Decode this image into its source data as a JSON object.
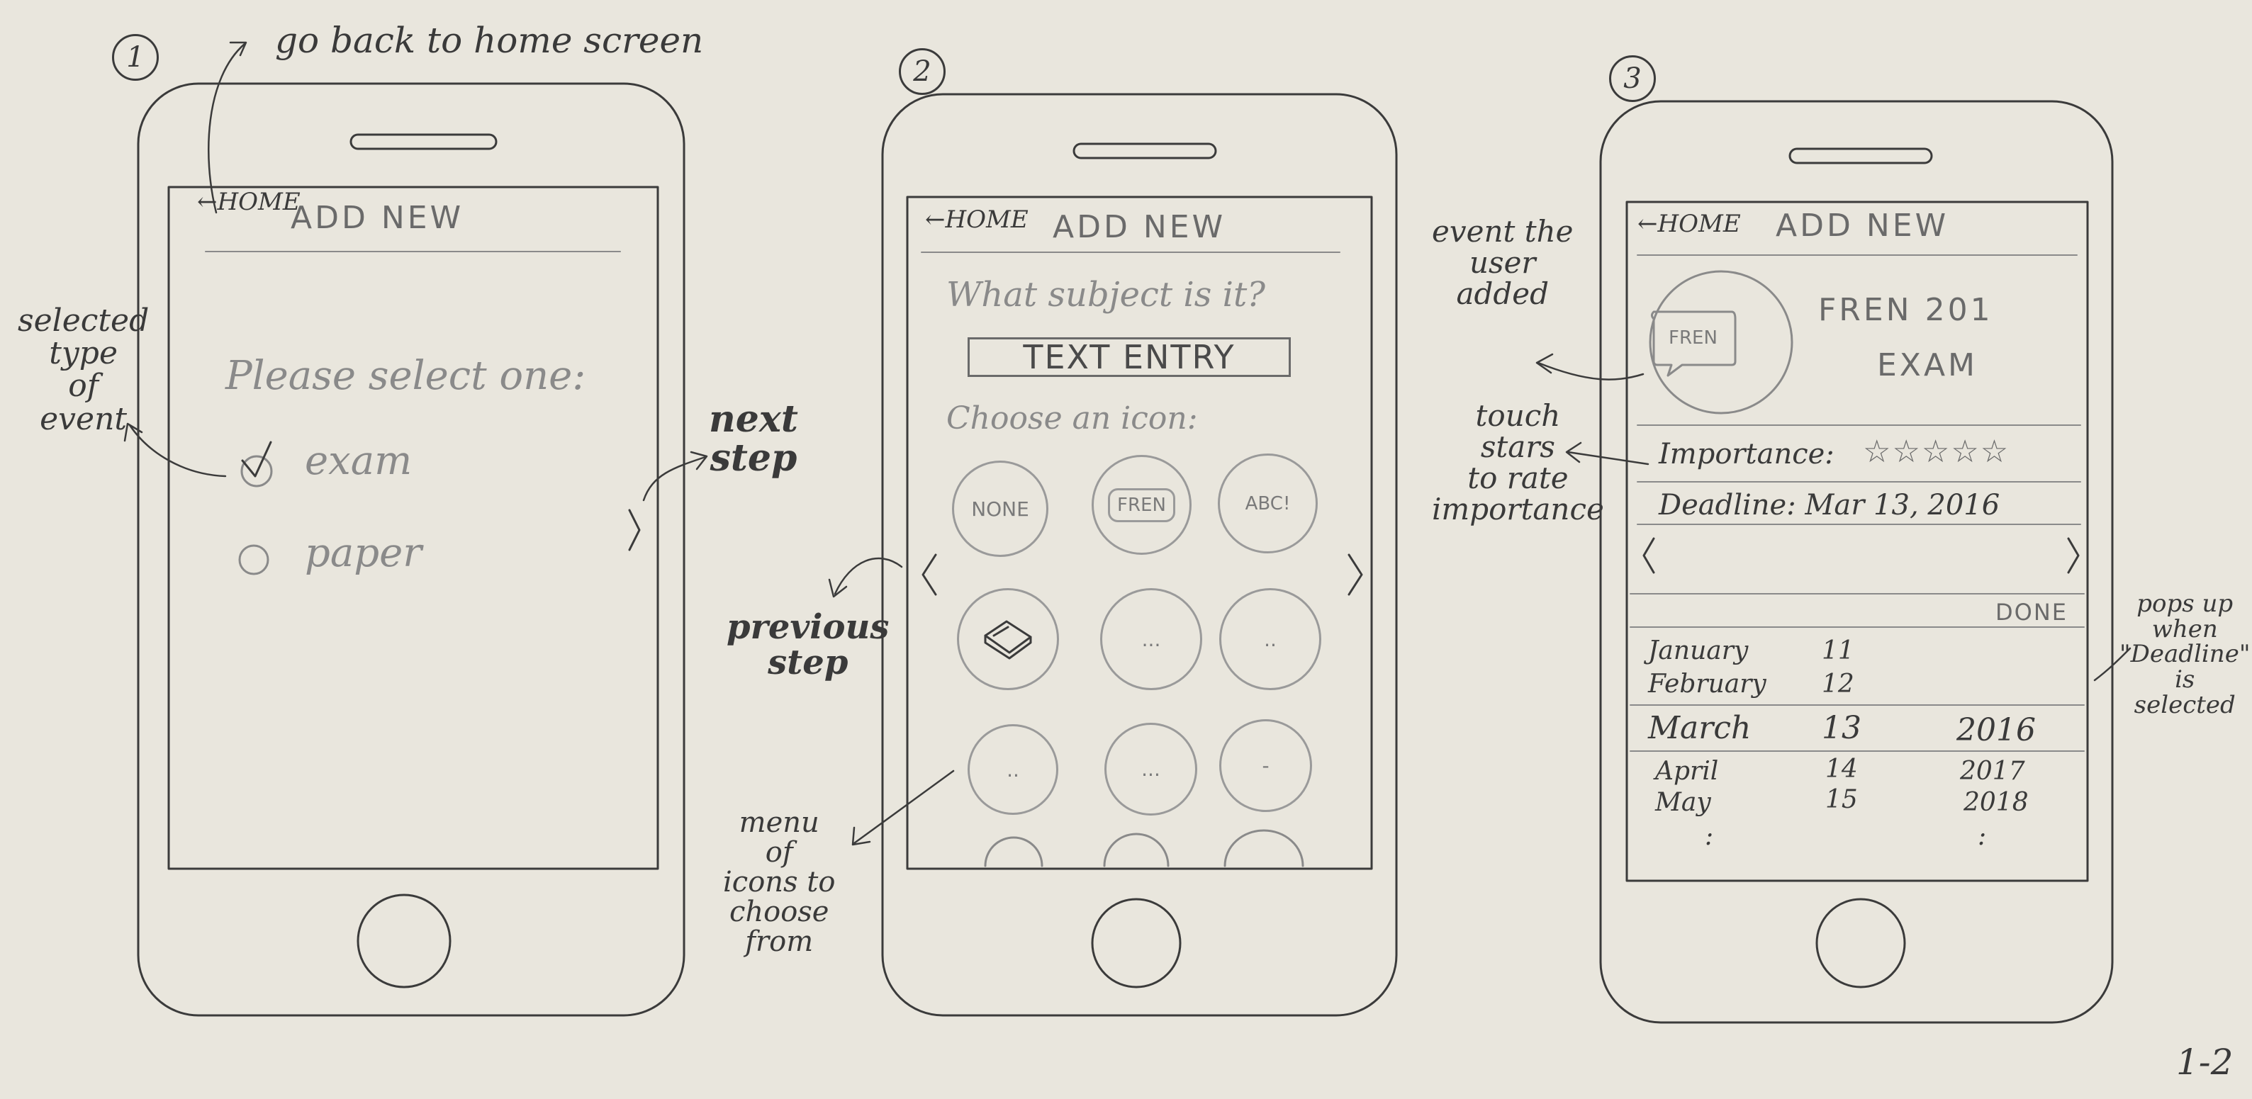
{
  "page_label": "1-2",
  "screens": [
    {
      "number": "1",
      "nav": {
        "back": "←HOME",
        "title": "ADD NEW"
      },
      "prompt": "Please select one:",
      "options": [
        "exam",
        "paper"
      ],
      "next_arrow": ">"
    },
    {
      "number": "2",
      "nav": {
        "back": "←HOME",
        "title": "ADD NEW"
      },
      "question": "What subject is it?",
      "text_entry": "TEXT ENTRY",
      "icon_prompt": "Choose an icon:",
      "icons": [
        "NONE",
        "FREN",
        "ABC!",
        "notebook-icon",
        "...",
        "..",
        "..",
        "...",
        "-"
      ],
      "prev_arrow": "<",
      "next_arrow": ">"
    },
    {
      "number": "3",
      "nav": {
        "back": "←HOME",
        "title": "ADD NEW"
      },
      "event_icon_label": "FREN",
      "event_title_line1": "FREN 201",
      "event_title_line2": "EXAM",
      "importance_label": "Importance:",
      "importance_stars": "☆☆☆☆☆",
      "deadline_label": "Deadline: Mar 13, 2016",
      "prev_arrow": "<",
      "next_arrow": ">",
      "done_label": "DONE",
      "picker": {
        "months": [
          "January",
          "February",
          "March",
          "April",
          "May",
          ":"
        ],
        "days": [
          "11",
          "12",
          "13",
          "14",
          "15"
        ],
        "years": [
          "2016",
          "2017",
          "2018",
          ":"
        ]
      }
    }
  ],
  "annotations": {
    "go_back": "go back to home screen",
    "selected_type": [
      "selected",
      "type",
      "of",
      "event"
    ],
    "next_step": [
      "next",
      "step"
    ],
    "previous_step": [
      "previous",
      "step"
    ],
    "menu_icons": [
      "menu",
      "of",
      "icons to",
      "choose",
      "from"
    ],
    "event_added": [
      "event the",
      "user",
      "added"
    ],
    "touch_stars": [
      "touch",
      "stars",
      "to rate",
      "importance"
    ],
    "popsup": [
      "pops up",
      "when",
      "\"Deadline\"",
      "is",
      "selected"
    ]
  }
}
